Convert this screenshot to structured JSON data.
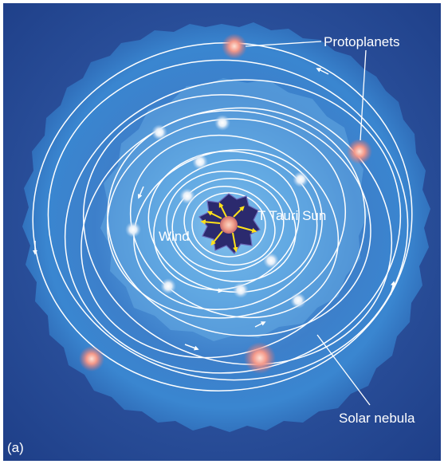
{
  "labels": {
    "protoplanets": "Protoplanets",
    "t_tauri_sun": "T Tauri Sun",
    "wind": "Wind",
    "solar_nebula": "Solar nebula",
    "panel": "(a)"
  },
  "colors": {
    "outer_background": "#2a4f96",
    "nebula_light": "#8ec8ee",
    "nebula_mid": "#4e94d6",
    "nebula_dark": "#1c3e86",
    "orbit_lines": "#ffffff",
    "wind_arrows": "#ffe21a",
    "sun_core": "#f4a58e",
    "protoplanet_glow": "#f08070"
  },
  "icons": {
    "sun": "sun-icon",
    "wind": "arrow-icon",
    "orbit_direction": "arrowhead-icon"
  }
}
